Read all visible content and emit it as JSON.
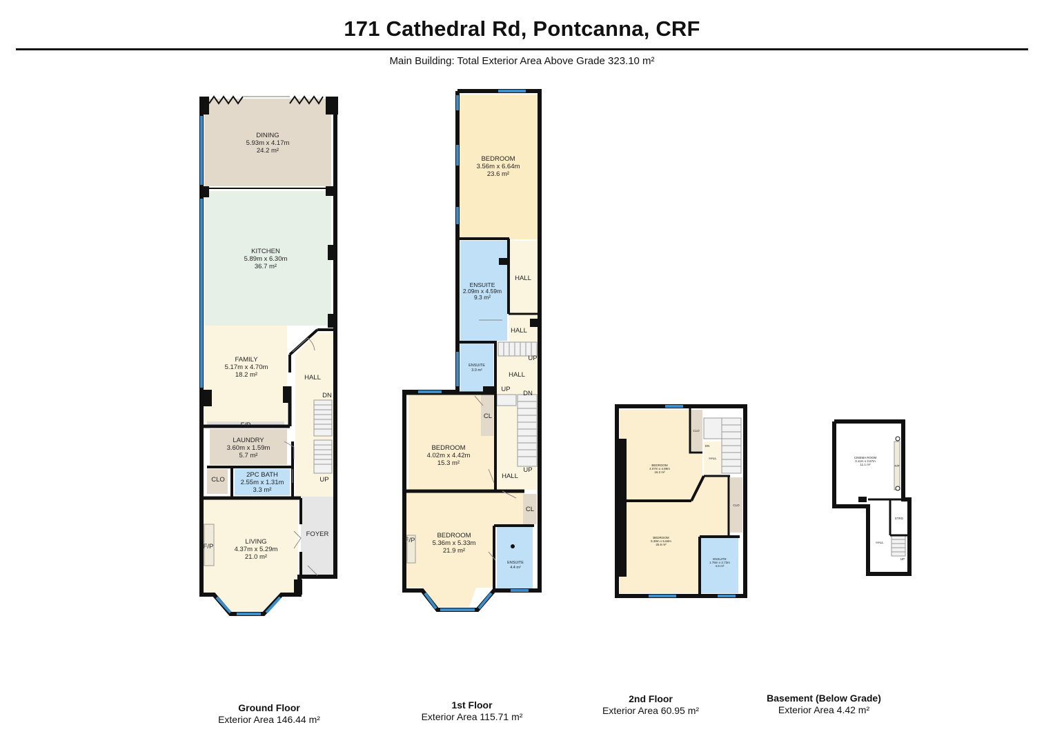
{
  "title": "171 Cathedral Rd, Pontcanna, CRF",
  "subtitle": "Main Building: Total Exterior Area Above Grade 323.10 m²",
  "colors": {
    "wall": "#111111",
    "window": "#3b8ec9",
    "dining": "#e3d9cb",
    "kitchen": "#e6f0e6",
    "family": "#fbf5df",
    "laundry": "#e3d9cb",
    "bath": "#bfe0f6",
    "living": "#fbf5df",
    "foyer": "#e6e6e6",
    "bedroom_main": "#fcecc4",
    "bedroom": "#fbefcf",
    "hall": "#fbf5df"
  },
  "floors": {
    "ground": {
      "name": "Ground Floor",
      "area": "Exterior Area 146.44 m²",
      "rooms": {
        "dining": {
          "name": "DINING",
          "dims": "5.93m x 4.17m",
          "area": "24.2 m²"
        },
        "kitchen": {
          "name": "KITCHEN",
          "dims": "5.89m x 6.30m",
          "area": "36.7 m²"
        },
        "family": {
          "name": "FAMILY",
          "dims": "5.17m x 4.70m",
          "area": "18.2 m²"
        },
        "laundry": {
          "name": "LAUNDRY",
          "dims": "3.60m x 1.59m",
          "area": "5.7 m²"
        },
        "bath": {
          "name": "2PC BATH",
          "dims": "2.55m x 1.31m",
          "area": "3.3 m²"
        },
        "living": {
          "name": "LIVING",
          "dims": "4.37m x 5.29m",
          "area": "21.0 m²"
        },
        "hall": {
          "name": "HALL"
        },
        "foyer": {
          "name": "FOYER"
        },
        "clo": {
          "name": "CLO"
        },
        "fp_family": {
          "name": "F/P"
        },
        "fp_living": {
          "name": "F/P"
        },
        "dn": {
          "name": "DN"
        },
        "up": {
          "name": "UP"
        }
      }
    },
    "first": {
      "name": "1st Floor",
      "area": "Exterior Area 115.71 m²",
      "rooms": {
        "bedroom_top": {
          "name": "BEDROOM",
          "dims": "3.56m x 6.64m",
          "area": "23.6 m²"
        },
        "ensuite_big": {
          "name": "ENSUITE",
          "dims": "2.09m x 4.59m",
          "area": "9.3 m²"
        },
        "hall_a": {
          "name": "HALL"
        },
        "hall_b": {
          "name": "HALL"
        },
        "ensuite_small": {
          "name": "ENSUITE",
          "area": "3.0 m²"
        },
        "hall_c": {
          "name": "HALL"
        },
        "bedroom_mid": {
          "name": "BEDROOM",
          "dims": "4.02m x 4.42m",
          "area": "15.3 m²"
        },
        "cl_a": {
          "name": "CL"
        },
        "hall_d": {
          "name": "HALL"
        },
        "bedroom_bot": {
          "name": "BEDROOM",
          "dims": "5.36m x 5.33m",
          "area": "21.9 m²"
        },
        "cl_b": {
          "name": "CL"
        },
        "ensuite_bot": {
          "name": "ENSUITE",
          "area": "4.4 m²"
        },
        "fp": {
          "name": "F/P"
        },
        "up_a": {
          "name": "UP"
        },
        "up_b": {
          "name": "UP"
        },
        "dn": {
          "name": "DN"
        },
        "up_c": {
          "name": "UP"
        }
      }
    },
    "second": {
      "name": "2nd Floor",
      "area": "Exterior Area 60.95 m²",
      "rooms": {
        "bedroom_a": {
          "name": "BEDROOM",
          "dims": "4.07m x 4.99m",
          "area": "16.2 m²"
        },
        "bedroom_b": {
          "name": "BEDROOM",
          "dims": "5.38m x 5.60m",
          "area": "25.6 m²"
        },
        "ensuite": {
          "name": "ENSUITE",
          "dims": "1.76m x 2.73m",
          "area": "4.6 m²"
        },
        "clo_a": {
          "name": "CLO"
        },
        "clo_b": {
          "name": "CLO"
        },
        "hall": {
          "name": "HALL"
        },
        "dn": {
          "name": "DN"
        }
      }
    },
    "basement": {
      "name": "Basement (Below Grade)",
      "area": "Exterior Area 4.42 m²",
      "rooms": {
        "cinema": {
          "name": "CINEMA ROOM",
          "dims": "3.11m x 3.67m",
          "area": "11.1 m²"
        },
        "fp": {
          "name": "F/P"
        },
        "strg": {
          "name": "STRG"
        },
        "hall": {
          "name": "HALL"
        },
        "up": {
          "name": "UP"
        }
      }
    }
  }
}
